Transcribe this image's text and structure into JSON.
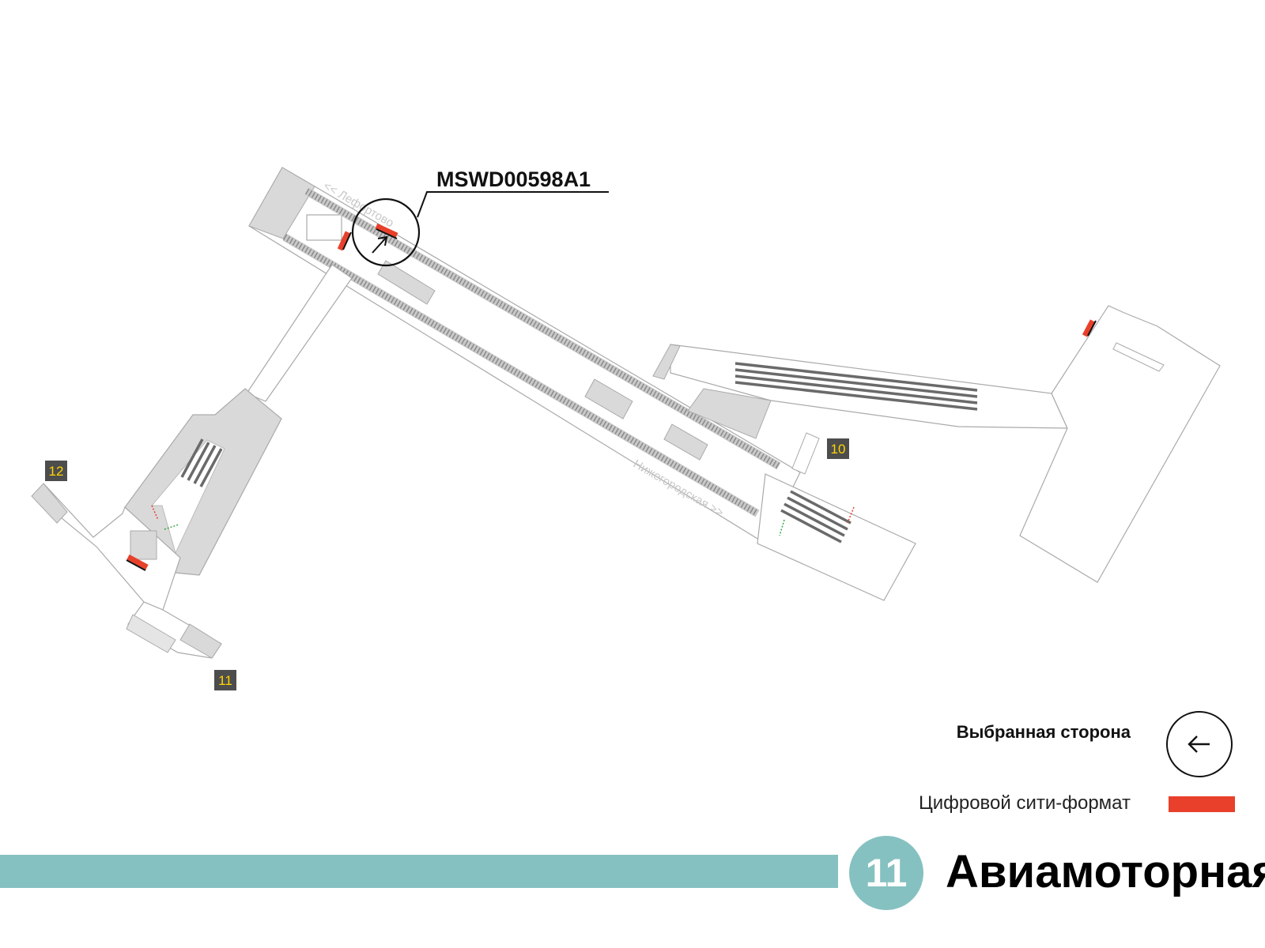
{
  "screen_code": "MSWD00598A1",
  "map": {
    "exits": [
      {
        "label": "10"
      },
      {
        "label": "11"
      },
      {
        "label": "12"
      }
    ],
    "platform_labels": {
      "left_direction": "<< Лефортово",
      "right_direction": "Нижегородская >>"
    }
  },
  "legend": {
    "selected_side_label": "Выбранная сторона",
    "selected_side_icon": "arrow-left-icon",
    "format_label": "Цифровой сити-формат"
  },
  "line": {
    "number": "11",
    "color": "#86c1c1"
  },
  "station": {
    "name": "Авиамоторная"
  },
  "colors": {
    "screen_marker": "#e8402a",
    "exit_badge_bg": "#4d4d4d",
    "exit_badge_text": "#ffd400",
    "structure_fill": "#d9d9d9"
  }
}
